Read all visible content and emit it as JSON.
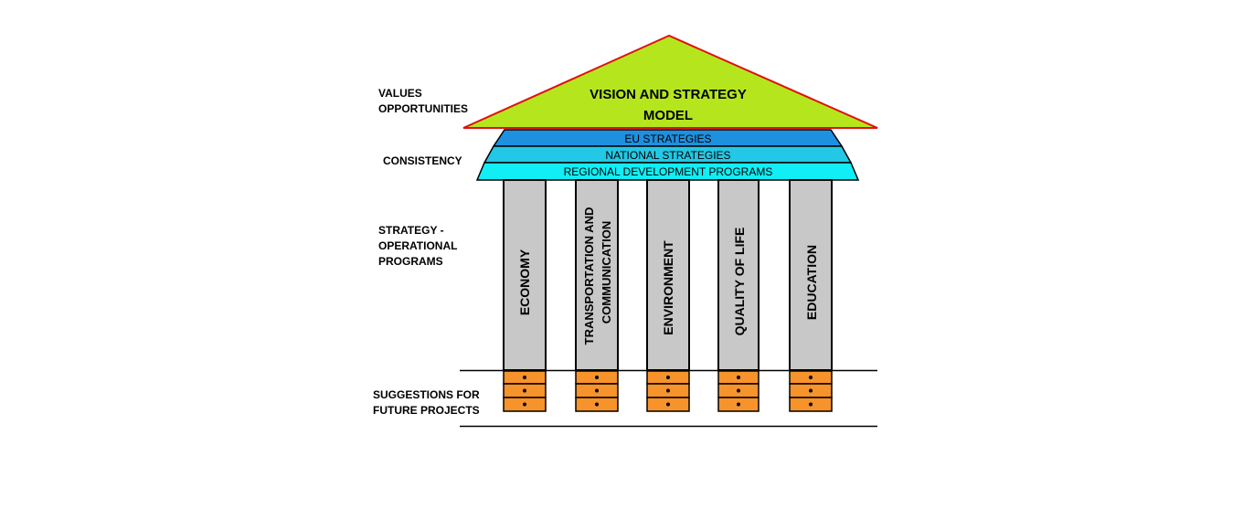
{
  "labels": {
    "values": "VALUES\nOPPORTUNITIES",
    "consistency": "CONSISTENCY",
    "strategy": "STRATEGY -\nOPERATIONAL\nPROGRAMS",
    "suggestions": "SUGGESTIONS FOR\nFUTURE PROJECTS"
  },
  "roof": {
    "line1": "VISION AND STRATEGY",
    "line2": "MODEL",
    "fill": "#b5e61d",
    "stroke": "#e01010"
  },
  "bands": [
    {
      "label": "EU STRATEGIES",
      "fill": "#1e90e0"
    },
    {
      "label": "NATIONAL STRATEGIES",
      "fill": "#22c8e6"
    },
    {
      "label": "REGIONAL DEVELOPMENT PROGRAMS",
      "fill": "#11eef5"
    }
  ],
  "pillars": [
    {
      "line1": "ECONOMY",
      "line2": ""
    },
    {
      "line1": "TRANSPORTATION AND",
      "line2": "COMMUNICATION"
    },
    {
      "line1": "ENVIRONMENT",
      "line2": ""
    },
    {
      "line1": "QUALITY OF LIFE",
      "line2": ""
    },
    {
      "line1": "EDUCATION",
      "line2": ""
    }
  ],
  "colors": {
    "pillar": "#c8c8c8",
    "drawer": "#f7932b"
  }
}
